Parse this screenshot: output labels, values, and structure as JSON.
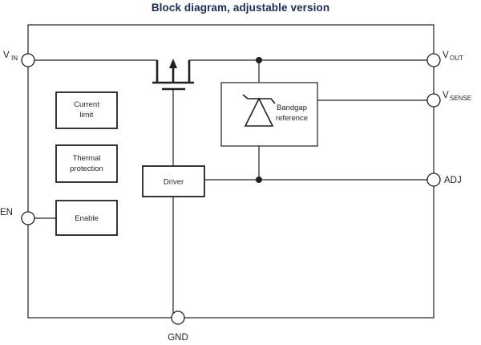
{
  "title": "Block diagram, adjustable version",
  "colors": {
    "title": "#1b2a5e",
    "line": "#231f20",
    "background": "#ffffff"
  },
  "blocks": [
    {
      "id": "current-limit",
      "line1": "Current",
      "line2": "limit"
    },
    {
      "id": "thermal-protection",
      "line1": "Thermal",
      "line2": "protection"
    },
    {
      "id": "enable",
      "line1": "Enable",
      "line2": ""
    },
    {
      "id": "driver",
      "line1": "Driver",
      "line2": ""
    },
    {
      "id": "bandgap-reference",
      "line1": "Bandgap",
      "line2": "reference"
    }
  ],
  "terminals": [
    {
      "id": "vin",
      "base": "V",
      "sub": "IN"
    },
    {
      "id": "en",
      "base": "EN",
      "sub": ""
    },
    {
      "id": "gnd",
      "base": "GND",
      "sub": ""
    },
    {
      "id": "vout",
      "base": "V",
      "sub": "OUT"
    },
    {
      "id": "vsense",
      "base": "V",
      "sub": "SENSE"
    },
    {
      "id": "adj",
      "base": "ADJ",
      "sub": ""
    }
  ],
  "symbols": {
    "pass_transistor": "pmos-pass-transistor",
    "reference_diode": "zener-diode"
  }
}
